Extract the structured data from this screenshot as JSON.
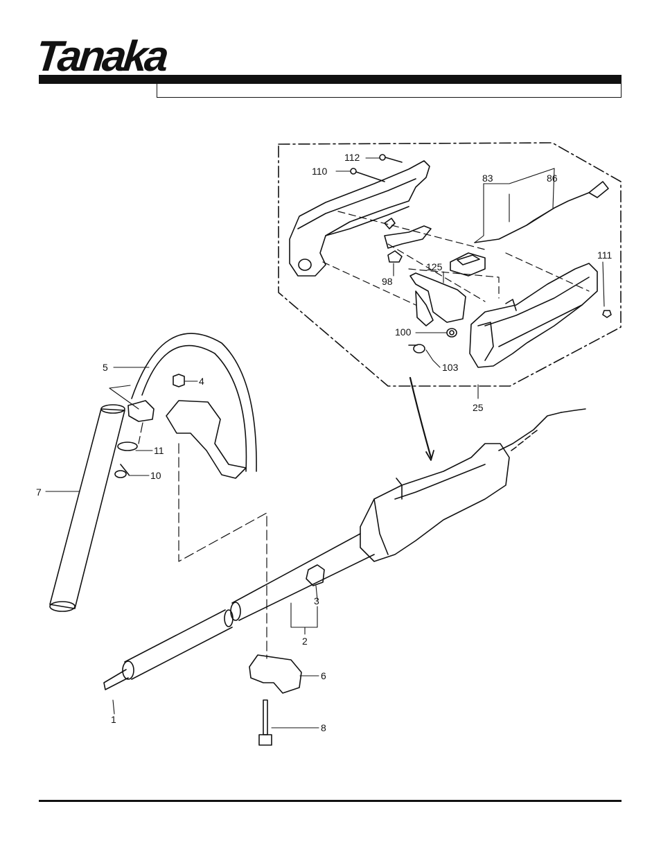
{
  "brand": {
    "logo_text": "Tanaka",
    "registered_mark": "®"
  },
  "header": {
    "title": ""
  },
  "parts": {
    "p1": "1",
    "p2": "2",
    "p3": "3",
    "p4": "4",
    "p5": "5",
    "p6": "6",
    "p7": "7",
    "p8": "8",
    "p10": "10",
    "p11": "11",
    "p25": "25",
    "p83": "83",
    "p86": "86",
    "p98": "98",
    "p100": "100",
    "p103": "103",
    "p110": "110",
    "p111": "111",
    "p112": "112",
    "p125": "125"
  }
}
